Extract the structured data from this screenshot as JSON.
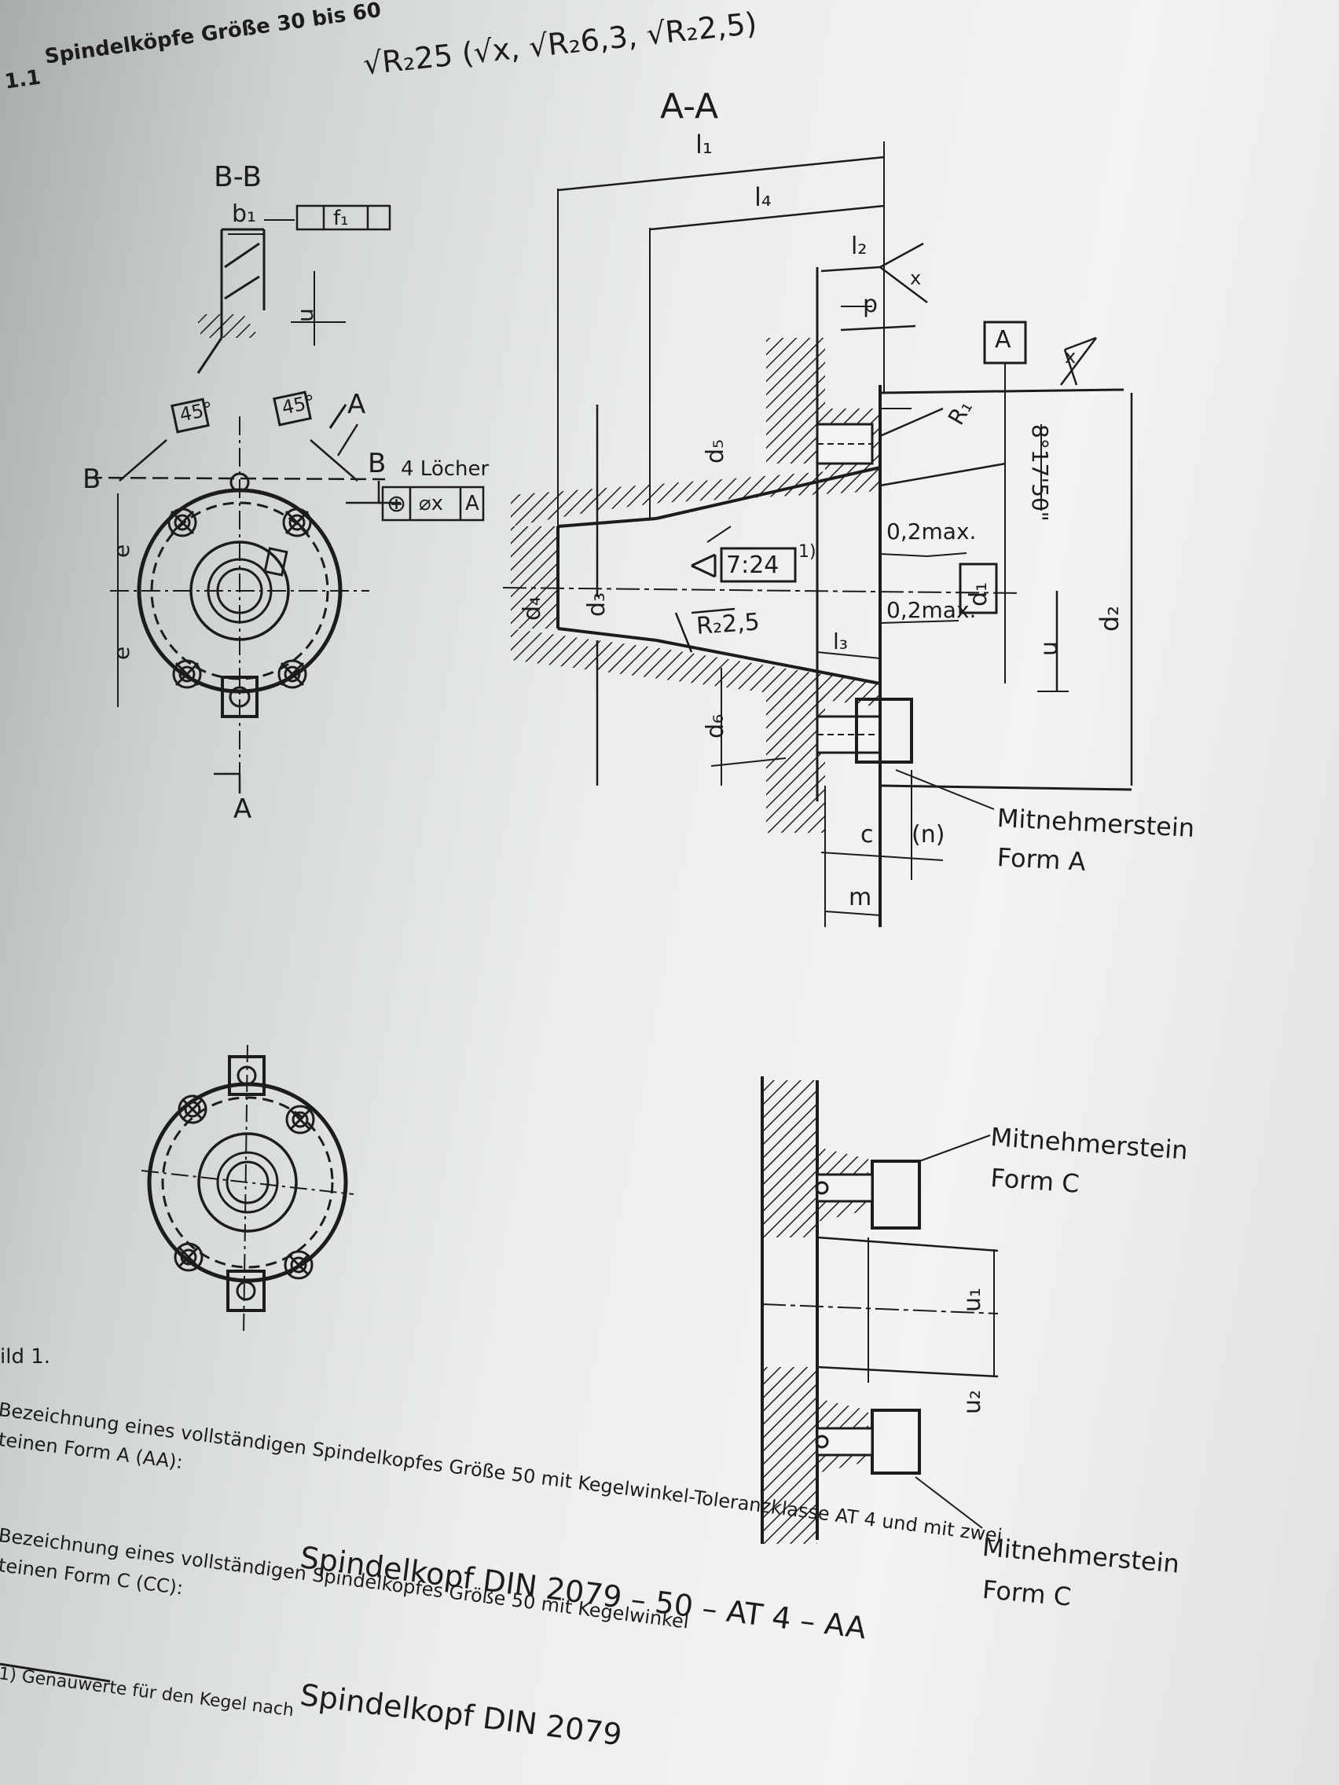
{
  "header": {
    "section_number": "1.1",
    "section_title": "Spindelköpfe Größe 30 bis 60",
    "roughness_spec": "√R₂25 (√x, √R₂6,3, √R₂2,5)"
  },
  "views": {
    "section_aa": "A-A",
    "section_bb": "B-B",
    "cut_marker_a_top": "A",
    "cut_marker_a_bottom": "A",
    "cut_marker_b_left": "B",
    "cut_marker_b_right": "B",
    "datum_a": "A",
    "figure_label": "ild 1."
  },
  "dimensions": {
    "l1": "l₁",
    "l4": "l₄",
    "l2": "l₂",
    "l3": "l₃",
    "p": "p",
    "d1": "d₁",
    "d2": "d₂",
    "d3": "d₃",
    "d4": "d₄",
    "d5": "d₅",
    "d6": "d₆",
    "b1": "b₁",
    "e_top": "e",
    "e_bottom": "e",
    "u_bb": "u",
    "u1": "u₁",
    "u2_upper": "u₁",
    "u2_lower": "u₂",
    "c": "c",
    "n": "(n)",
    "m": "m",
    "f1": "f₁",
    "angle_45_left": "45°",
    "angle_45_right": "45°",
    "taper_ratio": "7:24",
    "taper_angle": "8°17'50\"",
    "runout_top": "0,2max.",
    "runout_bottom": "0,2max.",
    "roughness_r25": "R₂2,5",
    "x_mark": "x",
    "r1": "R₁",
    "footnote_marker": "1)"
  },
  "callouts": {
    "holes": "4 Löcher",
    "position_symbol": "⊕",
    "position_tol": "⌀x",
    "position_datum": "A",
    "driver_form_a_line1": "Mitnehmerstein",
    "driver_form_a_line2": "Form A",
    "driver_form_c_upper_line1": "Mitnehmerstein",
    "driver_form_c_upper_line2": "Form C",
    "driver_form_c_lower_line1": "Mitnehmerstein",
    "driver_form_c_lower_line2": "Form C"
  },
  "designations": {
    "aa_intro_line1": "Bezeichnung eines vollständigen Spindelkopfes Größe 50 mit Kegelwinkel-Toleranzklasse AT 4 und mit zwei",
    "aa_intro_line2": "teinen Form A (AA):",
    "aa_code": "Spindelkopf DIN 2079 – 50 – AT 4 – AA",
    "cc_intro_line1": "Bezeichnung eines vollständigen Spindelkopfes Größe 50 mit Kegelwinkel",
    "cc_intro_line2": "teinen Form C (CC):",
    "cc_code": "Spindelkopf DIN 2079",
    "footnote": "1) Genauwerte für den Kegel nach"
  },
  "colors": {
    "ink": "#1c1c1c",
    "paper": "#eceeee",
    "shadow": "#a9acad"
  }
}
